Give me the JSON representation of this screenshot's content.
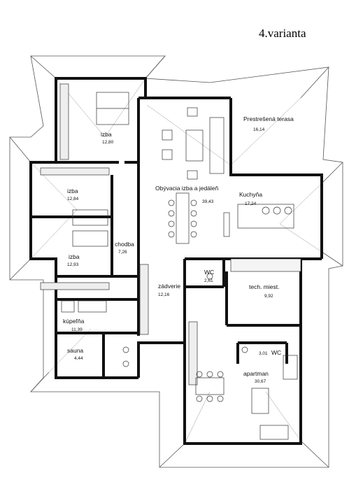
{
  "title": "4.varianta",
  "rooms": [
    {
      "id": "izba-top",
      "name": "izba",
      "area": "12,80"
    },
    {
      "id": "prestresena-terasa",
      "name": "Prestrešená terasa",
      "area": "16,14"
    },
    {
      "id": "izba-mid",
      "name": "izba",
      "area": "12,84"
    },
    {
      "id": "obyvacia-izba",
      "name": "Obývacia izba a jedáleň",
      "area": "39,43"
    },
    {
      "id": "kuchyna",
      "name": "Kuchyňa",
      "area": "17,24"
    },
    {
      "id": "chodba",
      "name": "chodba",
      "area": "7,26"
    },
    {
      "id": "izba-low",
      "name": "izba",
      "area": "12,93"
    },
    {
      "id": "wc-1",
      "name": "WC",
      "area": "2,61"
    },
    {
      "id": "zadverie",
      "name": "zádverie",
      "area": "12,16"
    },
    {
      "id": "tech-miest",
      "name": "tech. miest.",
      "area": "9,92"
    },
    {
      "id": "kupelna",
      "name": "kúpeľňa",
      "area": "11,39"
    },
    {
      "id": "wc-2",
      "name": "WC",
      "area": "3,01"
    },
    {
      "id": "sauna",
      "name": "sauna",
      "area": "4,44"
    },
    {
      "id": "apartman",
      "name": "apartman",
      "area": "30,67"
    }
  ]
}
